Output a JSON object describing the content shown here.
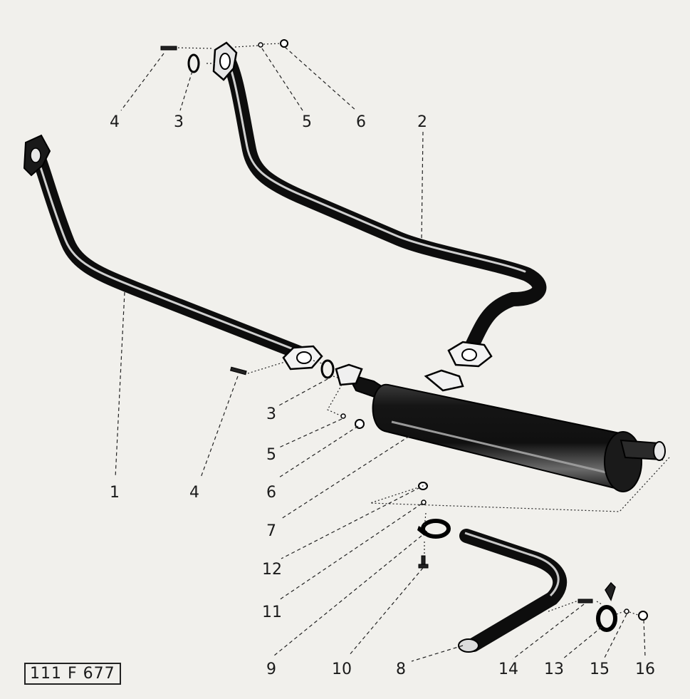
{
  "drawing_ref": "111 F 677",
  "parts": [
    {
      "label": "1",
      "name": "exhaust-pipe-left"
    },
    {
      "label": "2",
      "name": "exhaust-pipe-right"
    },
    {
      "label": "3",
      "name": "gasket-ring"
    },
    {
      "label": "4",
      "name": "bolt"
    },
    {
      "label": "5",
      "name": "washer"
    },
    {
      "label": "6",
      "name": "nut"
    },
    {
      "label": "7",
      "name": "silencer"
    },
    {
      "label": "8",
      "name": "tail-pipe"
    },
    {
      "label": "9",
      "name": "clamp"
    },
    {
      "label": "10",
      "name": "clamp-bolt"
    },
    {
      "label": "11",
      "name": "clamp-washer"
    },
    {
      "label": "12",
      "name": "clamp-nut"
    },
    {
      "label": "13",
      "name": "tail-pipe-clamp"
    },
    {
      "label": "14",
      "name": "tail-clamp-bolt"
    },
    {
      "label": "15",
      "name": "tail-clamp-washer"
    },
    {
      "label": "16",
      "name": "tail-clamp-nut"
    }
  ],
  "callouts": {
    "top_4": "4",
    "top_3": "3",
    "top_5": "5",
    "top_6": "6",
    "top_2": "2",
    "mid_3": "3",
    "mid_5": "5",
    "mid_6": "6",
    "mid_1": "1",
    "mid_4": "4",
    "mid_7": "7",
    "low_12": "12",
    "low_11": "11",
    "low_9": "9",
    "low_10": "10",
    "low_8": "8",
    "low_14": "14",
    "low_13": "13",
    "low_15": "15",
    "low_16": "16"
  }
}
